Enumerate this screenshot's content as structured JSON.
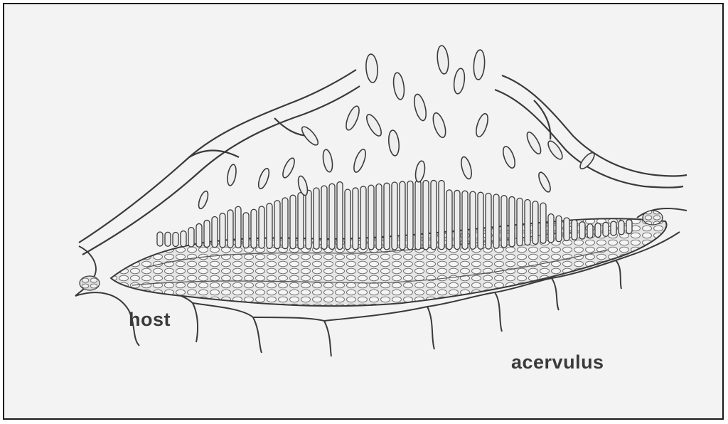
{
  "figure": {
    "labels": {
      "host": "host",
      "acervulus": "acervulus"
    },
    "colors": {
      "background": "#f3f3f3",
      "ink": "#3a3a3a",
      "cell_fill": "#e4e4e4",
      "conidia_fill": "#ececec"
    },
    "parts": [
      "host-tissue",
      "stroma",
      "conidiophores",
      "conidia",
      "host-cuticle"
    ]
  }
}
